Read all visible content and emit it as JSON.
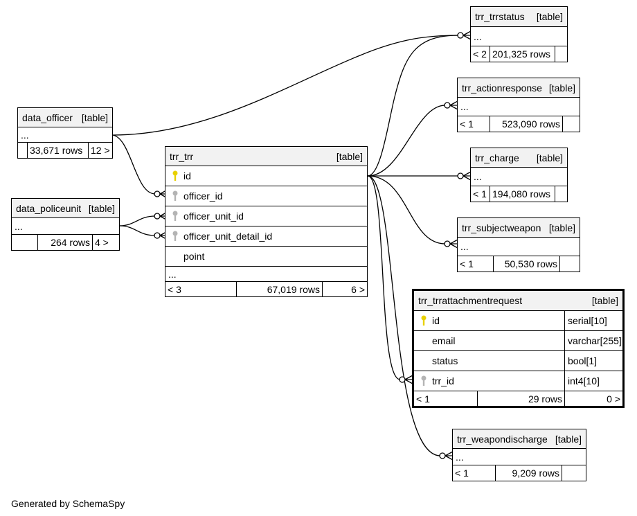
{
  "diagram": {
    "generated_by": "Generated by SchemaSpy",
    "colors": {
      "primary_key": "#e8d000",
      "foreign_key": "#b4b4b4",
      "header_bg": "#f2f2f2"
    },
    "tables": {
      "trr_trrstatus": {
        "name": "trr_trrstatus",
        "kind": "[table]",
        "ellipsis": "...",
        "parents": "< 2",
        "rows": "201,325 rows",
        "children": ""
      },
      "trr_actionresponse": {
        "name": "trr_actionresponse",
        "kind": "[table]",
        "ellipsis": "...",
        "parents": "< 1",
        "rows": "523,090 rows",
        "children": ""
      },
      "trr_charge": {
        "name": "trr_charge",
        "kind": "[table]",
        "ellipsis": "...",
        "parents": "< 1",
        "rows": "194,080 rows",
        "children": ""
      },
      "trr_subjectweapon": {
        "name": "trr_subjectweapon",
        "kind": "[table]",
        "ellipsis": "...",
        "parents": "< 1",
        "rows": "50,530 rows",
        "children": ""
      },
      "trr_weapondischarge": {
        "name": "trr_weapondischarge",
        "kind": "[table]",
        "ellipsis": "...",
        "parents": "< 1",
        "rows": "9,209 rows",
        "children": ""
      },
      "data_officer": {
        "name": "data_officer",
        "kind": "[table]",
        "ellipsis": "...",
        "parents": "",
        "rows": "33,671 rows",
        "children": "12 >"
      },
      "data_policeunit": {
        "name": "data_policeunit",
        "kind": "[table]",
        "ellipsis": "...",
        "parents": "",
        "rows": "264 rows",
        "children": "4 >"
      },
      "trr_trr": {
        "name": "trr_trr",
        "kind": "[table]",
        "ellipsis": "...",
        "columns": [
          "id",
          "officer_id",
          "officer_unit_id",
          "officer_unit_detail_id",
          "point"
        ],
        "parents": "< 3",
        "rows": "67,019 rows",
        "children": "6 >"
      },
      "trr_trrattachmentrequest": {
        "name": "trr_trrattachmentrequest",
        "kind": "[table]",
        "columns": [
          {
            "name": "id",
            "type": "serial[10]"
          },
          {
            "name": "email",
            "type": "varchar[255]"
          },
          {
            "name": "status",
            "type": "bool[1]"
          },
          {
            "name": "trr_id",
            "type": "int4[10]"
          }
        ],
        "parents": "< 1",
        "rows": "29 rows",
        "children": "0 >"
      }
    }
  }
}
